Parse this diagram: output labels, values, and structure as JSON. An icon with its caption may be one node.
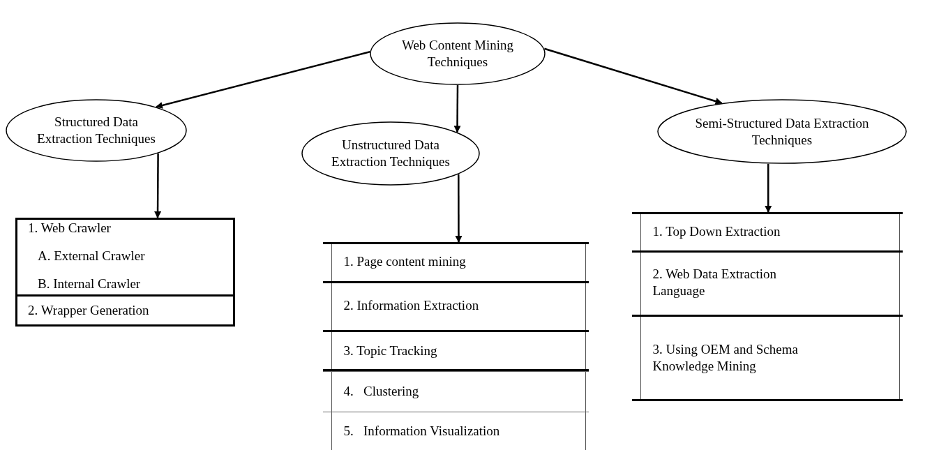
{
  "diagram": {
    "nodes": [
      {
        "text": [
          "Web Content Mining Techniques"
        ]
      },
      {
        "text": [
          "Structured Data Extraction Techniques"
        ]
      },
      {
        "text": [
          "Unstructured Data Extraction Techniques"
        ]
      },
      {
        "text": [
          "Semi-Structured Data Extraction Techniques"
        ]
      },
      {
        "text": [],
        "shape": "box"
      },
      {
        "text": [
          "1. Web Crawler",
          "A. External Crawler",
          "B. Internal Crawler"
        ],
        "in": 4
      },
      {
        "text": [
          "2. Wrapper Generation"
        ],
        "in": 4
      },
      {
        "text": [],
        "shape": "box"
      },
      {
        "text": [
          "1. Page content mining"
        ],
        "in": 7
      },
      {
        "text": [
          "2. Information Extraction"
        ],
        "in": 7
      },
      {
        "text": [
          "3. Topic Tracking"
        ],
        "in": 7
      },
      {
        "text": [
          "4.   Clustering"
        ],
        "in": 7
      },
      {
        "text": [
          "5.   Information Visualization"
        ],
        "in": 7
      },
      {
        "text": [],
        "shape": "box"
      },
      {
        "text": [
          "1. Top Down Extraction"
        ],
        "in": 13
      },
      {
        "text": [
          "2. Web Data Extraction Language"
        ],
        "in": 13
      },
      {
        "text": [
          "3. Using OEM and Schema Knowledge Mining"
        ],
        "in": 13
      }
    ],
    "edges": [
      {
        "from": 0,
        "to": 1,
        "arrow": "to"
      },
      {
        "from": 0,
        "to": 2,
        "arrow": "to"
      },
      {
        "from": 0,
        "to": 3,
        "arrow": "to"
      },
      {
        "from": 1,
        "to": 4,
        "arrow": "to"
      },
      {
        "from": 2,
        "to": 7,
        "arrow": "to"
      },
      {
        "from": 3,
        "to": 13,
        "arrow": "to"
      }
    ]
  }
}
